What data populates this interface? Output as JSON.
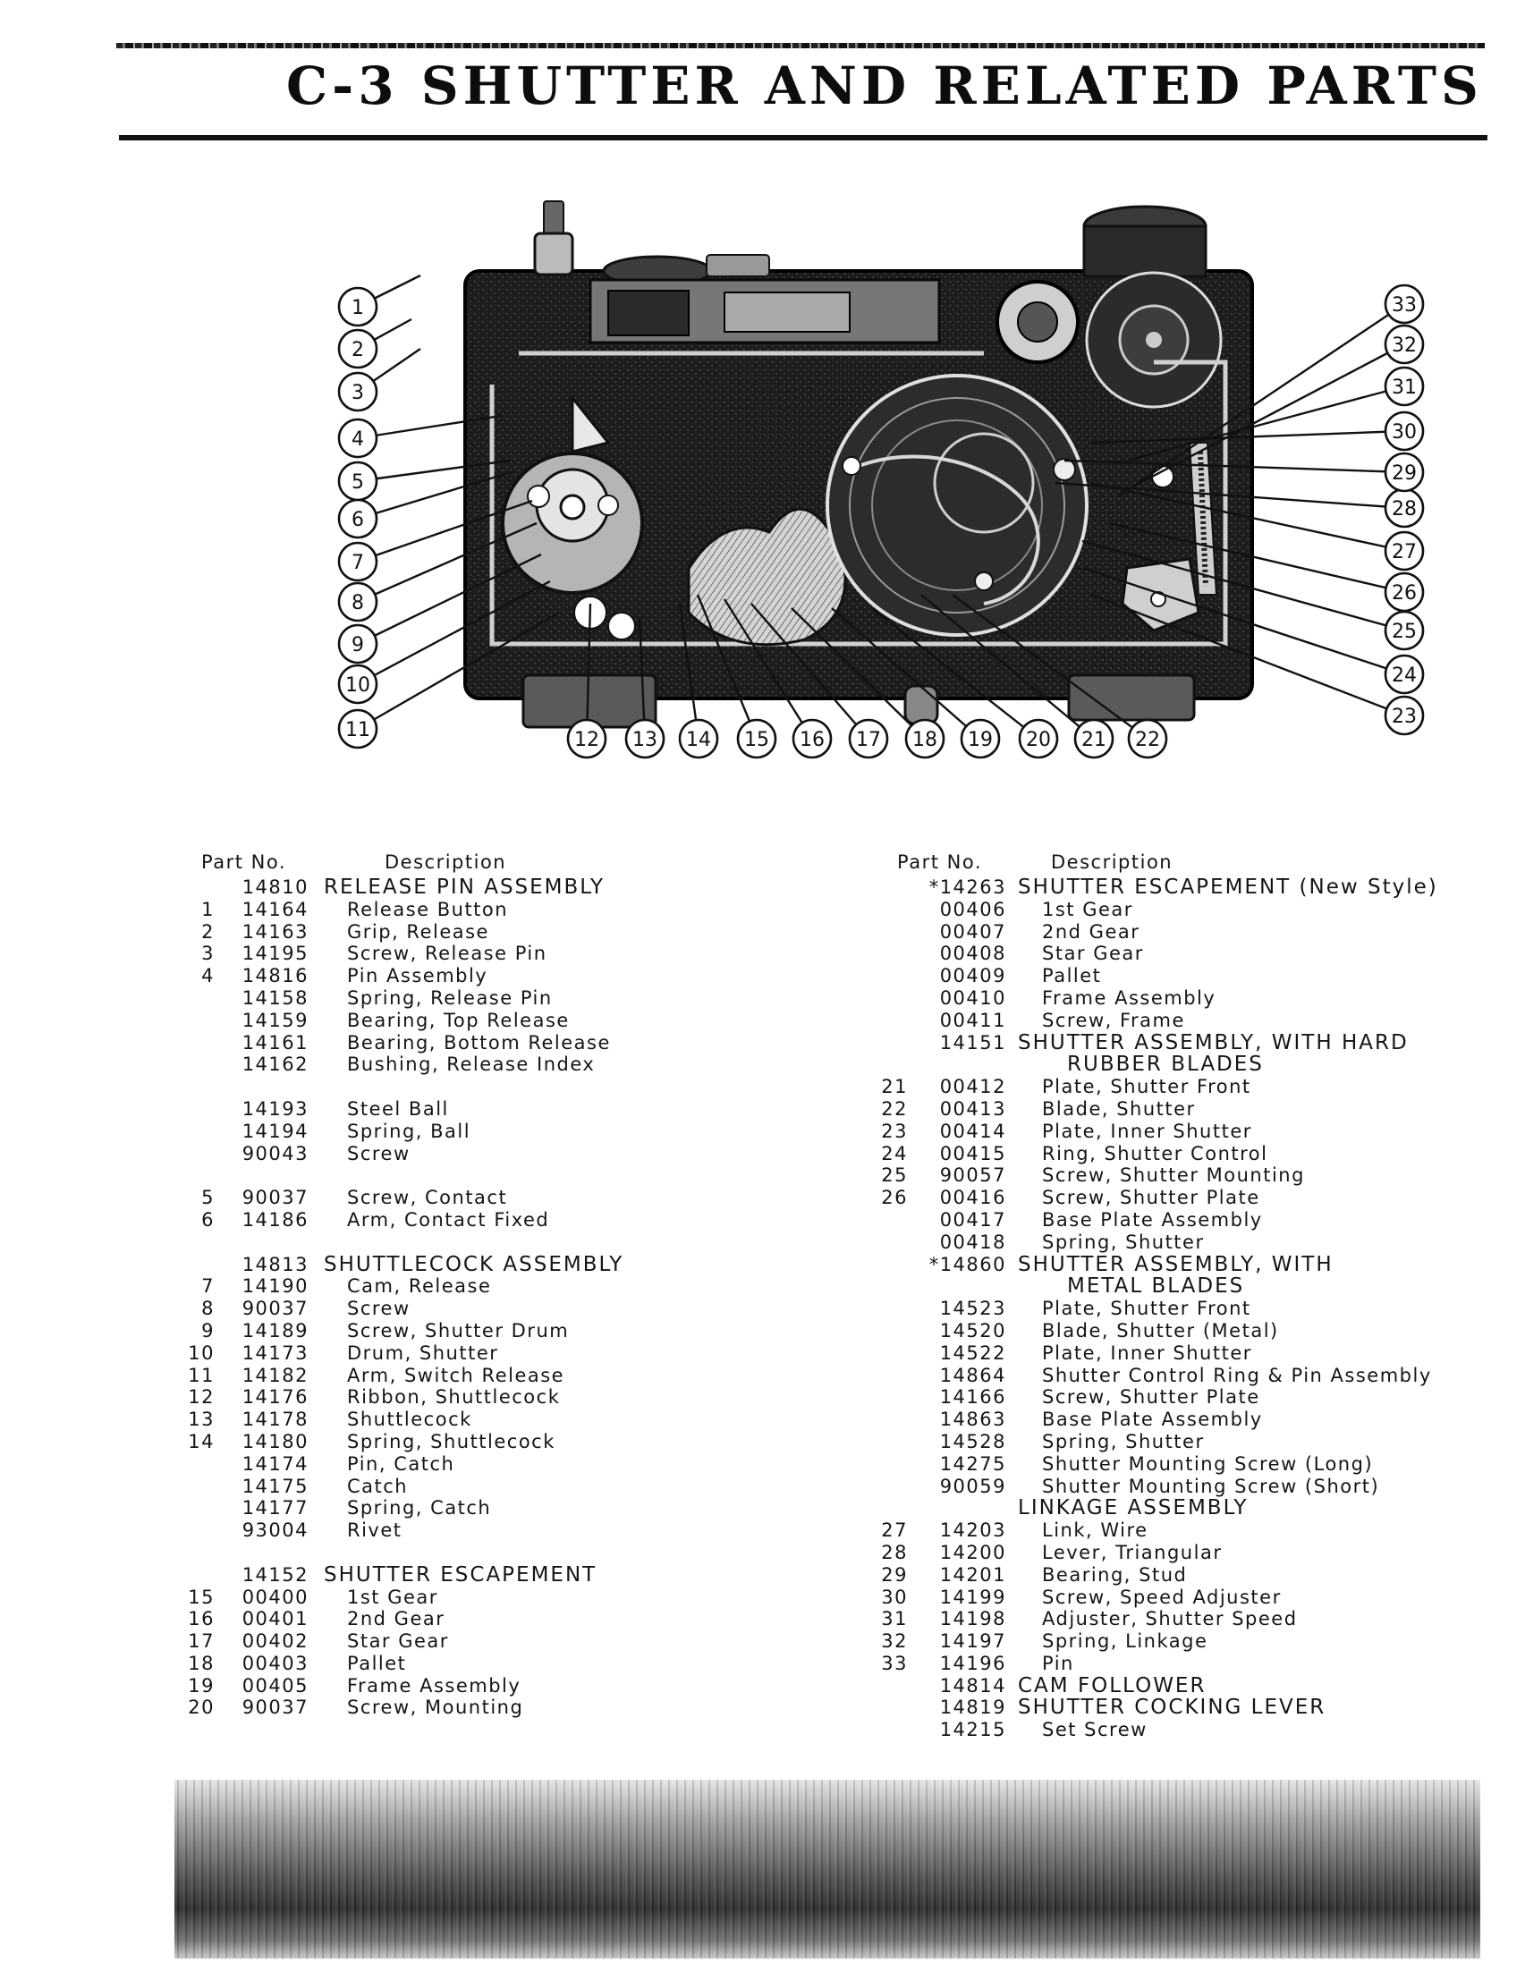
{
  "page": {
    "title": "C-3 SHUTTER AND RELATED PARTS"
  },
  "callouts": [
    "1",
    "2",
    "3",
    "4",
    "5",
    "6",
    "7",
    "8",
    "9",
    "10",
    "11",
    "12",
    "13",
    "14",
    "15",
    "16",
    "17",
    "18",
    "19",
    "20",
    "21",
    "22",
    "23",
    "24",
    "25",
    "26",
    "27",
    "28",
    "29",
    "30",
    "31",
    "32",
    "33"
  ],
  "columns": {
    "part_no": "Part No.",
    "description": "Description"
  },
  "left_parts": [
    {
      "ref": "",
      "part_no": "14810",
      "desc": "RELEASE PIN ASSEMBLY",
      "heading": true
    },
    {
      "ref": "1",
      "part_no": "14164",
      "desc": "Release Button"
    },
    {
      "ref": "2",
      "part_no": "14163",
      "desc": "Grip, Release"
    },
    {
      "ref": "3",
      "part_no": "14195",
      "desc": "Screw, Release Pin"
    },
    {
      "ref": "4",
      "part_no": "14816",
      "desc": "Pin Assembly"
    },
    {
      "ref": "",
      "part_no": "14158",
      "desc": "Spring, Release Pin"
    },
    {
      "ref": "",
      "part_no": "14159",
      "desc": "Bearing, Top Release"
    },
    {
      "ref": "",
      "part_no": "14161",
      "desc": "Bearing, Bottom Release"
    },
    {
      "ref": "",
      "part_no": "14162",
      "desc": "Bushing, Release Index"
    },
    {
      "gap": true
    },
    {
      "ref": "",
      "part_no": "14193",
      "desc": "Steel Ball"
    },
    {
      "ref": "",
      "part_no": "14194",
      "desc": "Spring, Ball"
    },
    {
      "ref": "",
      "part_no": "90043",
      "desc": "Screw"
    },
    {
      "gap": true
    },
    {
      "ref": "5",
      "part_no": "90037",
      "desc": "Screw, Contact"
    },
    {
      "ref": "6",
      "part_no": "14186",
      "desc": "Arm, Contact Fixed"
    },
    {
      "gap": true
    },
    {
      "ref": "",
      "part_no": "14813",
      "desc": "SHUTTLECOCK ASSEMBLY",
      "heading": true
    },
    {
      "ref": "7",
      "part_no": "14190",
      "desc": "Cam, Release"
    },
    {
      "ref": "8",
      "part_no": "90037",
      "desc": "Screw"
    },
    {
      "ref": "9",
      "part_no": "14189",
      "desc": "Screw, Shutter Drum"
    },
    {
      "ref": "10",
      "part_no": "14173",
      "desc": "Drum, Shutter"
    },
    {
      "ref": "11",
      "part_no": "14182",
      "desc": "Arm, Switch Release"
    },
    {
      "ref": "12",
      "part_no": "14176",
      "desc": "Ribbon, Shuttlecock"
    },
    {
      "ref": "13",
      "part_no": "14178",
      "desc": "Shuttlecock"
    },
    {
      "ref": "14",
      "part_no": "14180",
      "desc": "Spring, Shuttlecock"
    },
    {
      "ref": "",
      "part_no": "14174",
      "desc": "Pin, Catch"
    },
    {
      "ref": "",
      "part_no": "14175",
      "desc": "Catch"
    },
    {
      "ref": "",
      "part_no": "14177",
      "desc": "Spring, Catch"
    },
    {
      "ref": "",
      "part_no": "93004",
      "desc": "Rivet"
    },
    {
      "gap": true
    },
    {
      "ref": "",
      "part_no": "14152",
      "desc": "SHUTTER ESCAPEMENT",
      "heading": true
    },
    {
      "ref": "15",
      "part_no": "00400",
      "desc": "1st Gear"
    },
    {
      "ref": "16",
      "part_no": "00401",
      "desc": "2nd Gear"
    },
    {
      "ref": "17",
      "part_no": "00402",
      "desc": "Star Gear"
    },
    {
      "ref": "18",
      "part_no": "00403",
      "desc": "Pallet"
    },
    {
      "ref": "19",
      "part_no": "00405",
      "desc": "Frame Assembly"
    },
    {
      "ref": "20",
      "part_no": "90037",
      "desc": "Screw, Mounting"
    }
  ],
  "right_parts": [
    {
      "ref": "",
      "part_no": "*14263",
      "desc": "SHUTTER ESCAPEMENT (New Style)",
      "heading": true
    },
    {
      "ref": "",
      "part_no": "00406",
      "desc": "1st Gear"
    },
    {
      "ref": "",
      "part_no": "00407",
      "desc": "2nd Gear"
    },
    {
      "ref": "",
      "part_no": "00408",
      "desc": "Star Gear"
    },
    {
      "ref": "",
      "part_no": "00409",
      "desc": "Pallet"
    },
    {
      "ref": "",
      "part_no": "00410",
      "desc": "Frame Assembly"
    },
    {
      "ref": "",
      "part_no": "00411",
      "desc": "Screw, Frame"
    },
    {
      "ref": "",
      "part_no": "14151",
      "desc": "SHUTTER ASSEMBLY, WITH HARD",
      "heading": true
    },
    {
      "ref": "",
      "part_no": "",
      "desc": "RUBBER BLADES",
      "heading2": true
    },
    {
      "ref": "21",
      "part_no": "00412",
      "desc": "Plate, Shutter Front"
    },
    {
      "ref": "22",
      "part_no": "00413",
      "desc": "Blade, Shutter"
    },
    {
      "ref": "23",
      "part_no": "00414",
      "desc": "Plate, Inner Shutter"
    },
    {
      "ref": "24",
      "part_no": "00415",
      "desc": "Ring, Shutter Control"
    },
    {
      "ref": "25",
      "part_no": "90057",
      "desc": "Screw, Shutter Mounting"
    },
    {
      "ref": "26",
      "part_no": "00416",
      "desc": "Screw, Shutter Plate"
    },
    {
      "ref": "",
      "part_no": "00417",
      "desc": "Base Plate Assembly"
    },
    {
      "ref": "",
      "part_no": "00418",
      "desc": "Spring, Shutter"
    },
    {
      "ref": "",
      "part_no": "*14860",
      "desc": "SHUTTER ASSEMBLY, WITH",
      "heading": true
    },
    {
      "ref": "",
      "part_no": "",
      "desc": "METAL BLADES",
      "heading2": true
    },
    {
      "ref": "",
      "part_no": "14523",
      "desc": "Plate, Shutter Front"
    },
    {
      "ref": "",
      "part_no": "14520",
      "desc": "Blade, Shutter (Metal)"
    },
    {
      "ref": "",
      "part_no": "14522",
      "desc": "Plate, Inner Shutter"
    },
    {
      "ref": "",
      "part_no": "14864",
      "desc": "Shutter Control Ring & Pin Assembly"
    },
    {
      "ref": "",
      "part_no": "14166",
      "desc": "Screw, Shutter Plate"
    },
    {
      "ref": "",
      "part_no": "14863",
      "desc": "Base Plate Assembly"
    },
    {
      "ref": "",
      "part_no": "14528",
      "desc": "Spring, Shutter"
    },
    {
      "ref": "",
      "part_no": "14275",
      "desc": "Shutter Mounting Screw (Long)"
    },
    {
      "ref": "",
      "part_no": "90059",
      "desc": "Shutter Mounting Screw (Short)"
    },
    {
      "ref": "",
      "part_no": "",
      "desc": "LINKAGE ASSEMBLY",
      "heading": true
    },
    {
      "ref": "27",
      "part_no": "14203",
      "desc": "Link, Wire"
    },
    {
      "ref": "28",
      "part_no": "14200",
      "desc": "Lever, Triangular"
    },
    {
      "ref": "29",
      "part_no": "14201",
      "desc": "Bearing, Stud"
    },
    {
      "ref": "30",
      "part_no": "14199",
      "desc": "Screw, Speed Adjuster"
    },
    {
      "ref": "31",
      "part_no": "14198",
      "desc": "Adjuster, Shutter Speed"
    },
    {
      "ref": "32",
      "part_no": "14197",
      "desc": "Spring, Linkage"
    },
    {
      "ref": "33",
      "part_no": "14196",
      "desc": "Pin"
    },
    {
      "ref": "",
      "part_no": "14814",
      "desc": "CAM FOLLOWER",
      "heading": true
    },
    {
      "ref": "",
      "part_no": "14819",
      "desc": "SHUTTER COCKING LEVER",
      "heading": true
    },
    {
      "ref": "",
      "part_no": "14215",
      "desc": "Set Screw"
    }
  ]
}
